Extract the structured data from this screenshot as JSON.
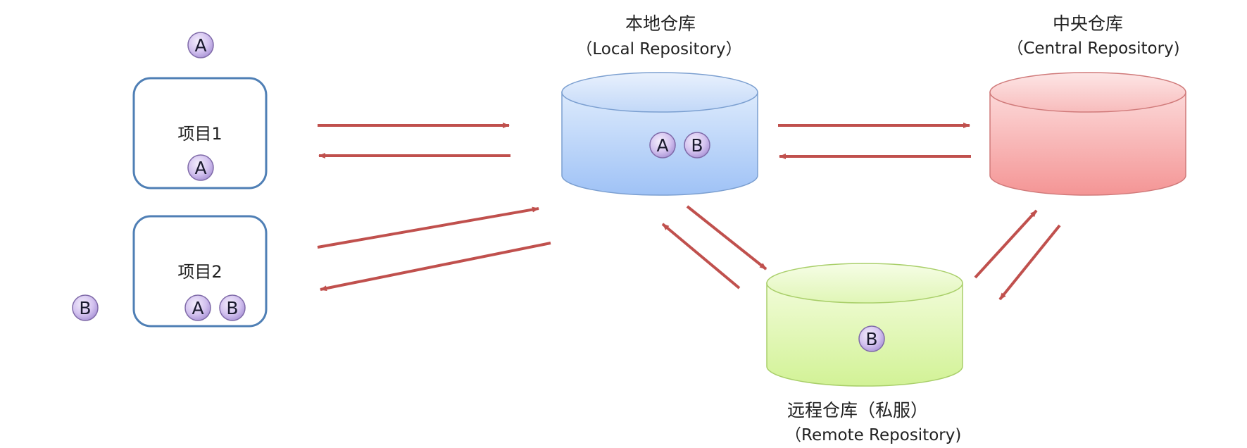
{
  "labels": {
    "local_title": "本地仓库",
    "local_subtitle": "（Local Repository）",
    "central_title": "中央仓库",
    "central_subtitle": "（Central Repository)",
    "remote_title": "远程仓库（私服）",
    "remote_subtitle": "（Remote Repository)",
    "project1": "项目1",
    "project2": "项目2"
  },
  "badges": {
    "a": "A",
    "b": "B"
  },
  "colors": {
    "project_border": "#4f7fb5",
    "arrow": "#c0504d",
    "local_repo": "#a9c9f5",
    "central_repo": "#f59a9a",
    "remote_repo": "#d6f59a",
    "badge_fill": "#c9b6ea"
  }
}
